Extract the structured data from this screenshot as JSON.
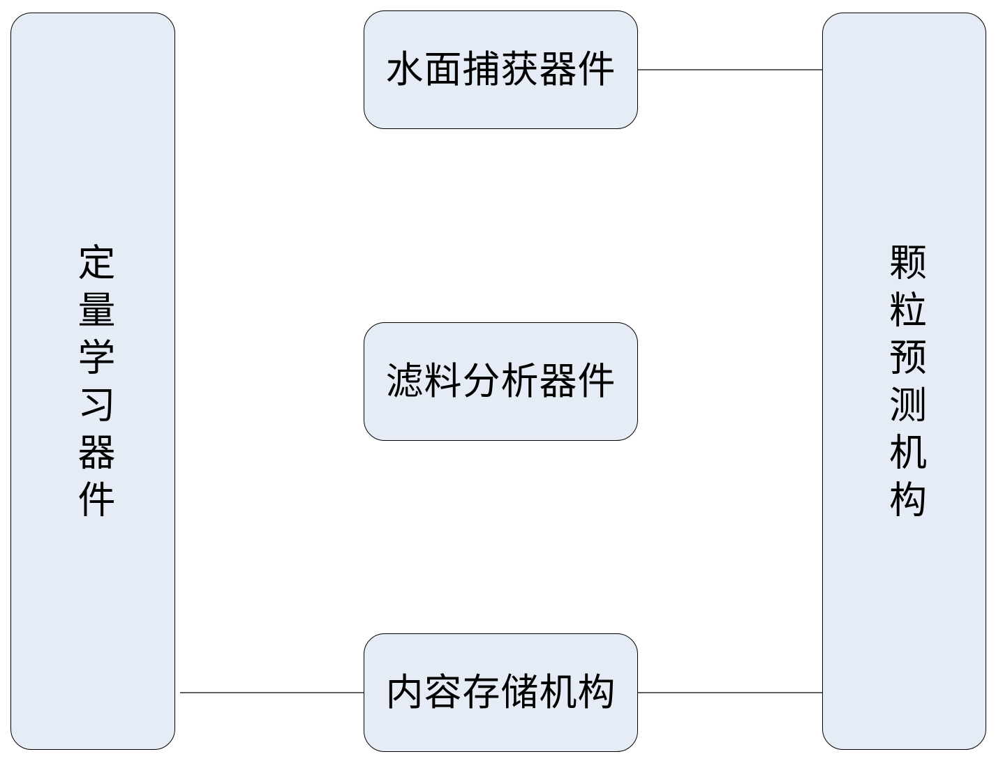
{
  "diagram": {
    "left_box": {
      "label": "定量学习器件"
    },
    "right_box": {
      "label": "颗粒预测机构"
    },
    "middle_boxes": [
      {
        "label": "水面捕获器件"
      },
      {
        "label": "滤料分析器件"
      },
      {
        "label": "内容存储机构"
      }
    ]
  },
  "colors": {
    "box_fill": "#E6ECF5",
    "stroke": "#000000",
    "background": "#FFFFFF"
  }
}
